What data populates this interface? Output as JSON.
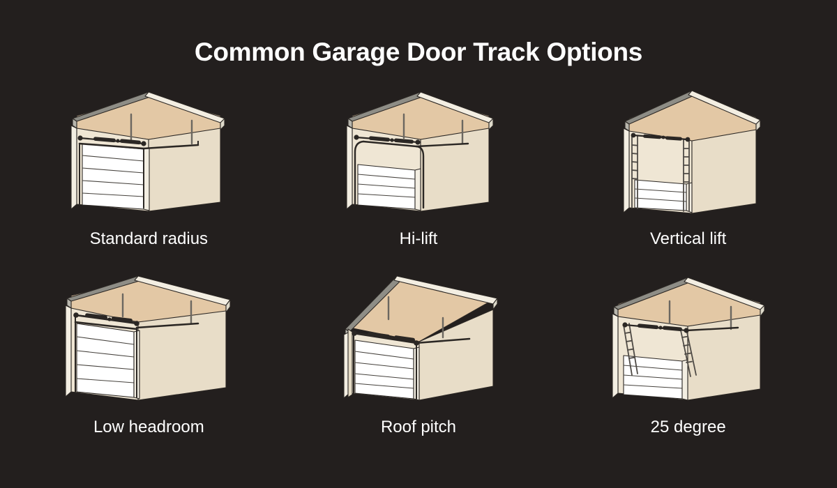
{
  "page": {
    "title": "Common Garage Door Track Options",
    "background_color": "#231f1e",
    "text_color": "#ffffff"
  },
  "palette": {
    "background": "#231f1e",
    "ceiling": "#e3c8a5",
    "wall_left": "#efe6d4",
    "wall_right": "#ece2cf",
    "wall_side": "#e8ddc8",
    "door_panel": "#ffffff",
    "door_line": "#3d3a36",
    "eave_fascia": "#8e8d86",
    "eave_top": "#f3eee2",
    "hardware": "#2b2724",
    "outline": "#2b2724",
    "caption_text": "#ffffff",
    "title_text": "#ffffff"
  },
  "figures": [
    {
      "id": "standard-radius",
      "label": "Standard radius",
      "track_style": "standard",
      "ceiling": "gable",
      "description": "Horizontal track runs just above the door with a standard curved radius"
    },
    {
      "id": "hi-lift",
      "label": "Hi-lift",
      "track_style": "hi-lift",
      "ceiling": "gable",
      "description": "Vertical track extends higher before the horizontal run begins"
    },
    {
      "id": "vertical-lift",
      "label": "Vertical lift",
      "track_style": "vertical",
      "ceiling": "gable",
      "description": "Track runs straight up to the ceiling with no horizontal section"
    },
    {
      "id": "low-headroom",
      "label": "Low headroom",
      "track_style": "low-headroom",
      "ceiling": "gable",
      "description": "Track turns horizontal immediately with minimal headroom above the door"
    },
    {
      "id": "roof-pitch",
      "label": "Roof pitch",
      "track_style": "roof-pitch",
      "ceiling": "sloped",
      "description": "Horizontal track follows the slope of the pitched roof"
    },
    {
      "id": "25-degree",
      "label": "25 degree",
      "track_style": "angled-25",
      "ceiling": "gable",
      "description": "Track rises at a 25 degree angle from the vertical section"
    }
  ]
}
